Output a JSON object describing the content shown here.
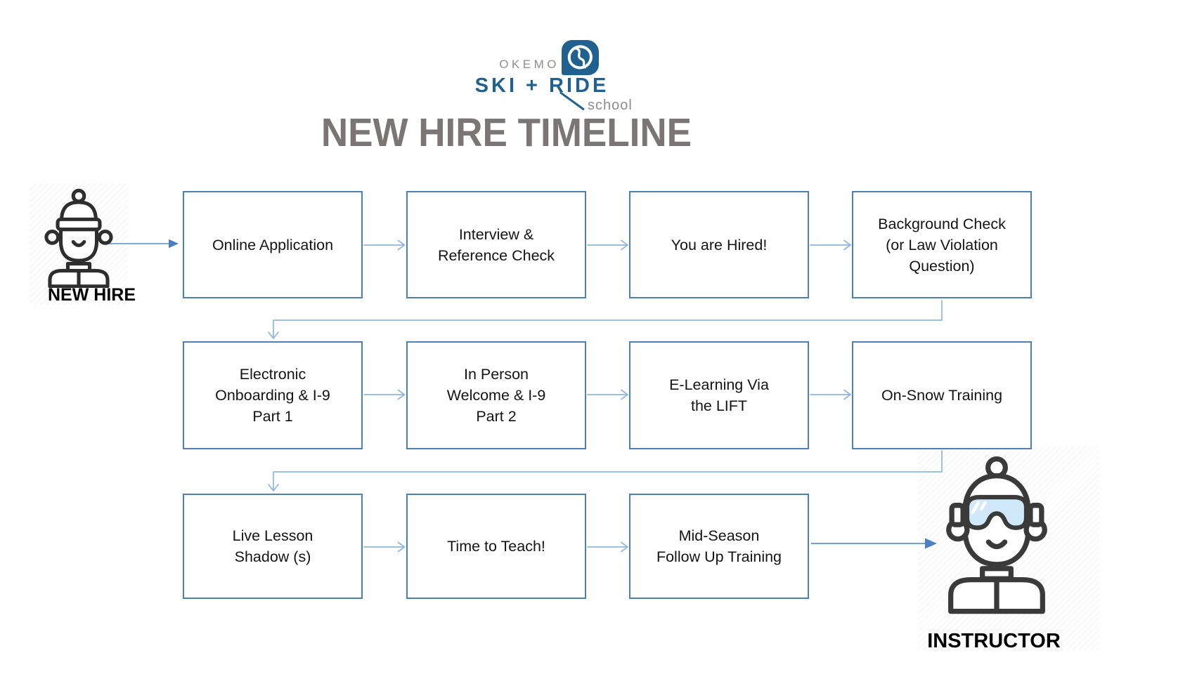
{
  "logo": {
    "brand": "OKEMO",
    "product": "SKI + RIDE",
    "subtitle": "school"
  },
  "title": "NEW HIRE TIMELINE",
  "flow": {
    "start_label": "NEW HIRE",
    "end_label": "INSTRUCTOR",
    "steps": [
      "Online Application",
      "Interview &\nReference Check",
      "You are Hired!",
      "Background Check\n(or Law Violation\nQuestion)",
      "Electronic\nOnboarding & I-9\nPart 1",
      "In Person\nWelcome & I-9\nPart 2",
      "E-Learning Via\nthe LIFT",
      "On-Snow Training",
      "Live Lesson\nShadow (s)",
      "Time to Teach!",
      "Mid-Season\nFollow Up Training"
    ]
  },
  "colors": {
    "box_border": "#4c80b2",
    "connector_line": "#8fb6e0",
    "solid_arrow": "#4a7fc0",
    "title_gray": "#7b7675",
    "logo_blue": "#20618f",
    "logo_gray": "#8e8e8e",
    "goggle_fill": "#cfe9fb"
  }
}
